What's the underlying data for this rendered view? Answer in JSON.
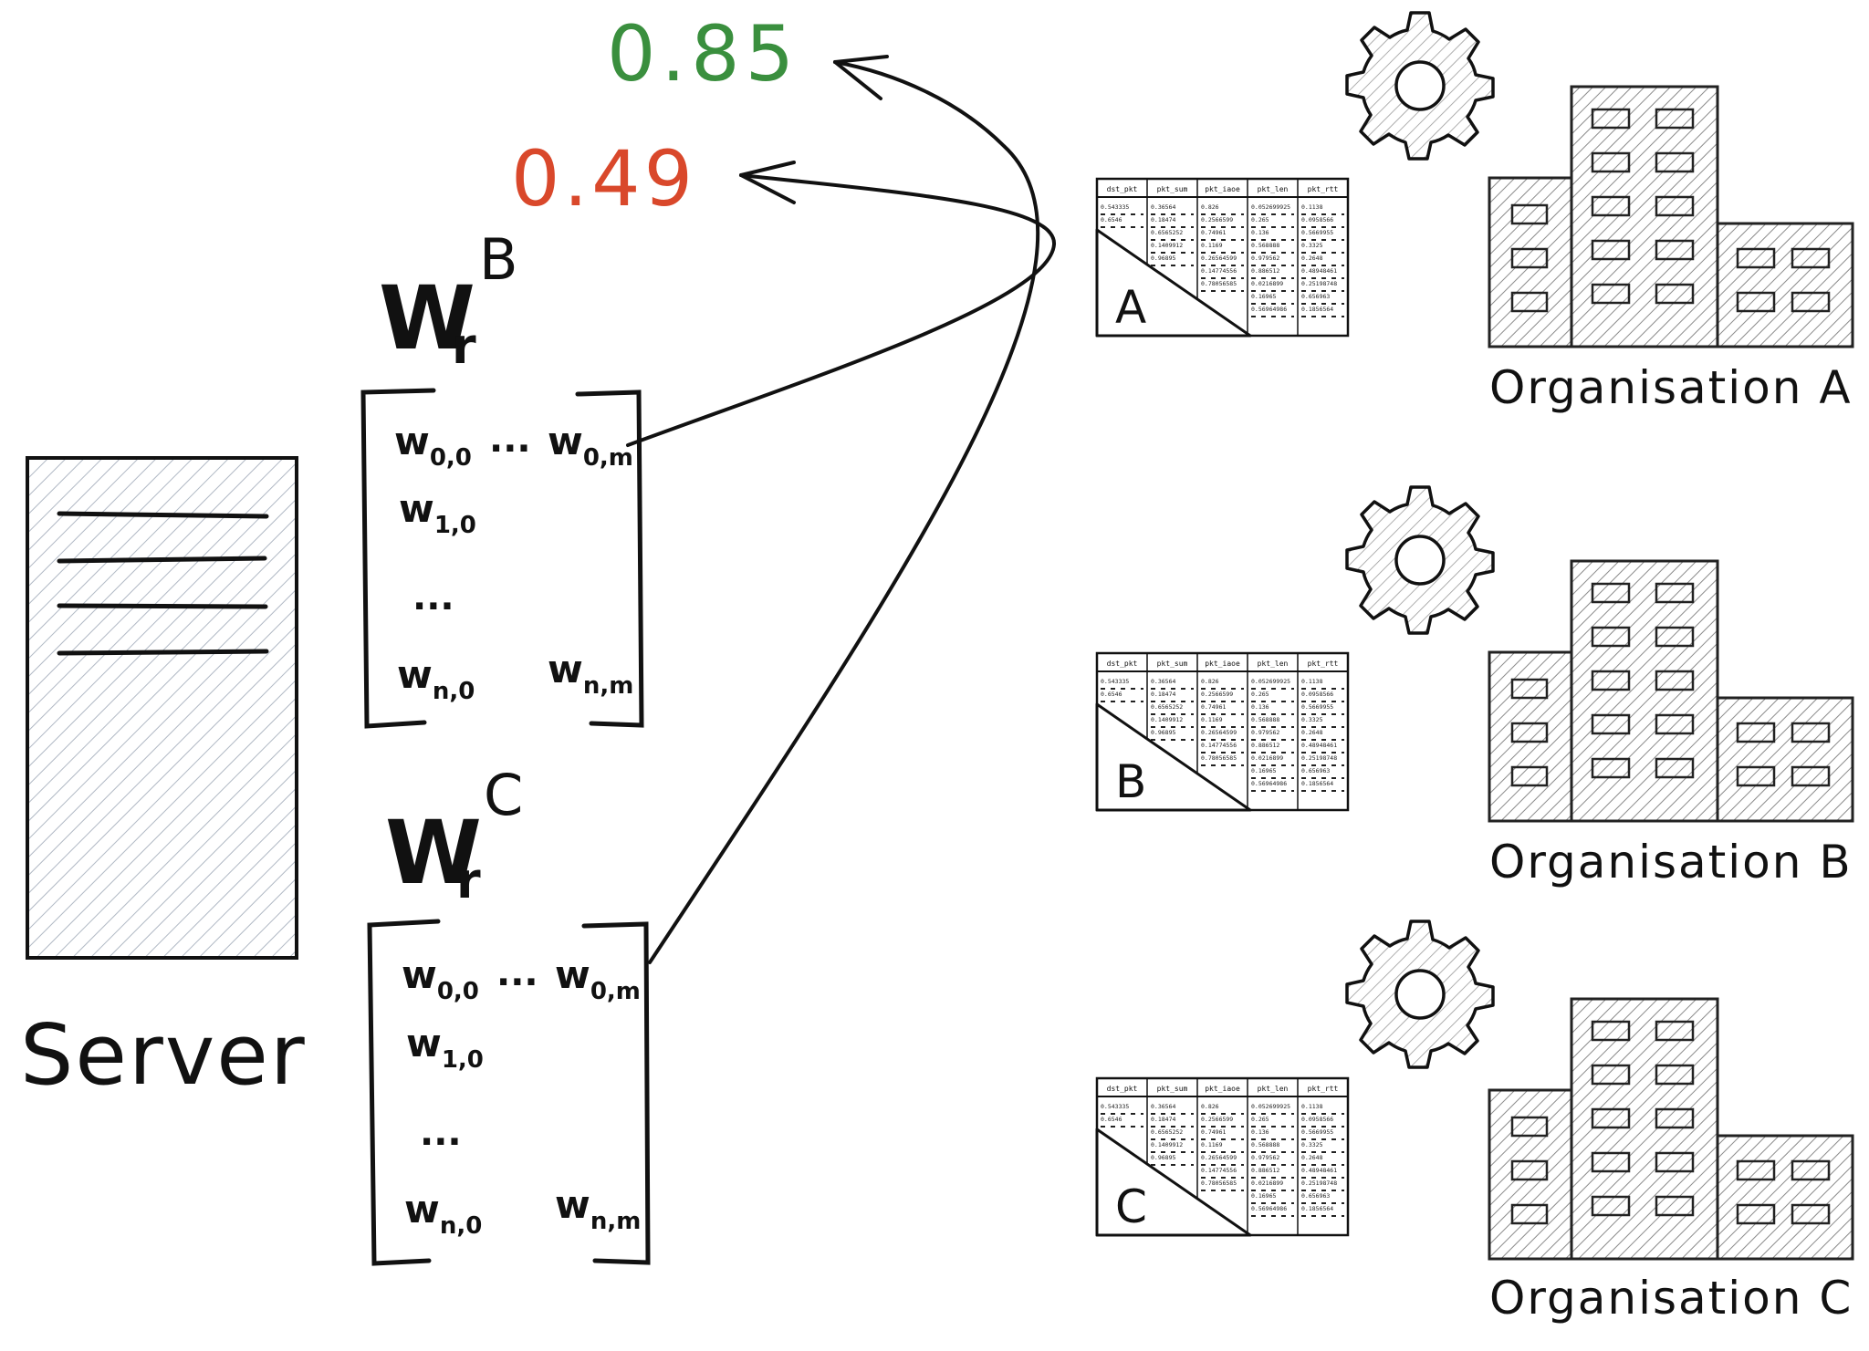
{
  "scores": {
    "high": "0.85",
    "low": "0.49",
    "high_color": "#3a8f3e",
    "low_color": "#d9482b"
  },
  "server": {
    "label": "Server"
  },
  "matrices": [
    {
      "symbol": "W",
      "subscript": "r",
      "superscript": "B",
      "cells": {
        "top_left_base": "w",
        "top_left_sub": "0,0",
        "top_dots": "...",
        "top_right_base": "w",
        "top_right_sub": "0,m",
        "row1_base": "w",
        "row1_sub": "1,0",
        "mid_dots": "...",
        "bottom_left_base": "w",
        "bottom_left_sub": "n,0",
        "bottom_right_base": "w",
        "bottom_right_sub": "n,m"
      }
    },
    {
      "symbol": "W",
      "subscript": "r",
      "superscript": "C",
      "cells": {
        "top_left_base": "w",
        "top_left_sub": "0,0",
        "top_dots": "...",
        "top_right_base": "w",
        "top_right_sub": "0,m",
        "row1_base": "w",
        "row1_sub": "1,0",
        "mid_dots": "...",
        "bottom_left_base": "w",
        "bottom_left_sub": "n,0",
        "bottom_right_base": "w",
        "bottom_right_sub": "n,m"
      }
    }
  ],
  "datasets": {
    "columns": [
      "dst_pkt",
      "pkt_sum",
      "pkt_iaoe",
      "pkt_len",
      "pkt_rtt"
    ],
    "col_values": [
      [
        "0.543335",
        "0.6546",
        "",
        "",
        "",
        "",
        "",
        "",
        "",
        "",
        ""
      ],
      [
        "0.36564",
        "0.18474",
        "0.6565252",
        "0.1409912",
        "0.96895",
        "",
        "",
        "",
        "",
        "",
        ""
      ],
      [
        "0.826",
        "0.2566599",
        "0.74961",
        "0.1169",
        "0.26564599",
        "0.14774556",
        "0.78056585",
        "",
        "",
        "",
        ""
      ],
      [
        "0.052699925",
        "0.265",
        "0.136",
        "0.568888",
        "0.979562",
        "0.886512",
        "0.0216899",
        "0.16965",
        "0.56964986",
        "",
        ""
      ],
      [
        "0.1138",
        "0.0958566",
        "0.5669955",
        "0.3325",
        "0.2648",
        "0.48948461",
        "0.25198748",
        "0.656963",
        "0.1856564",
        "",
        ""
      ]
    ],
    "items": [
      {
        "letter": "A"
      },
      {
        "letter": "B"
      },
      {
        "letter": "C"
      }
    ]
  },
  "organisations": [
    {
      "label": "Organisation A"
    },
    {
      "label": "Organisation B"
    },
    {
      "label": "Organisation C"
    }
  ],
  "icons": {
    "gear": "gear-icon",
    "building": "building-icon",
    "server": "server-icon",
    "table": "data-table-icon"
  }
}
